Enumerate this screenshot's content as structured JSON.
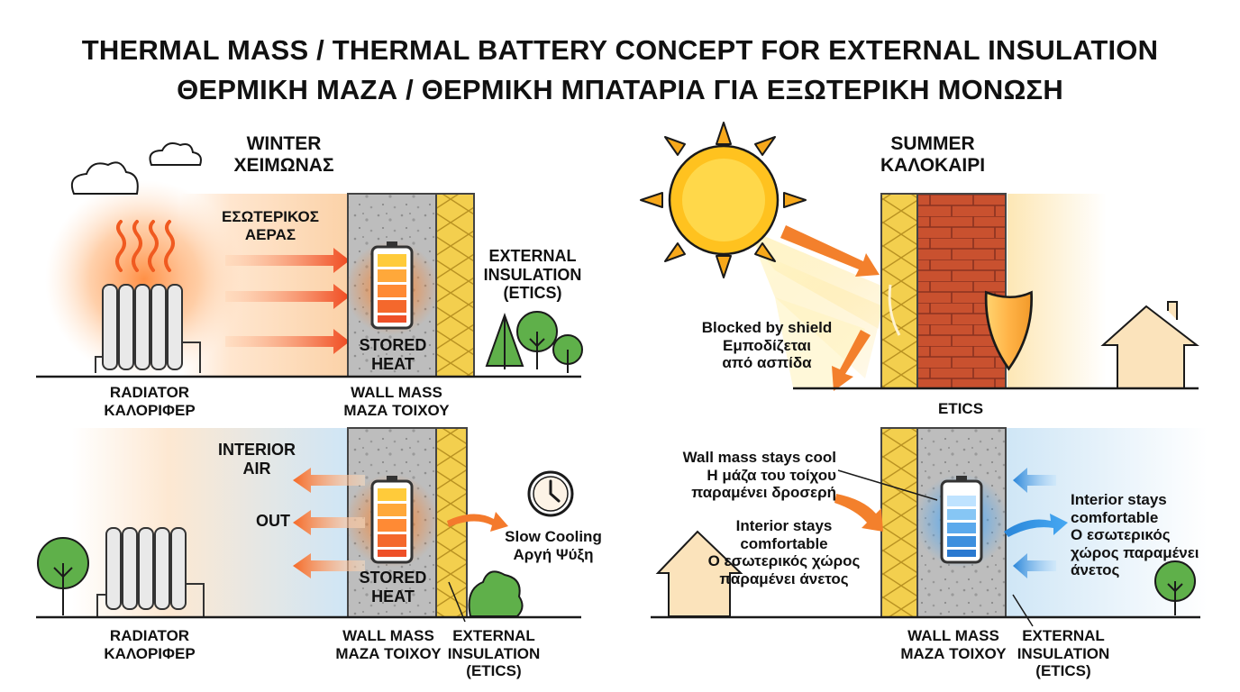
{
  "title": {
    "line1": "THERMAL MASS / THERMAL BATTERY CONCEPT FOR EXTERNAL INSULATION",
    "line2": "ΘΕΡΜΙΚΗ ΜΑΖΑ / ΘΕΡΜΙΚΗ ΜΠΑΤΑΡΙΑ ΓΙΑ ΕΞΩΤΕΡΙΚΗ ΜΟΝΩΣΗ"
  },
  "winter_top": {
    "season_en": "WINTER",
    "season_el": "ΧΕΙΜΩΝΑΣ",
    "interior_air_1": "ΕΣΩΤΕΡΙΚΟΣ",
    "interior_air_2": "ΑΕΡΑΣ",
    "stored_1": "STORED",
    "stored_2": "HEAT",
    "insulation_1": "EXTERNAL",
    "insulation_2": "INSULATION",
    "insulation_3": "(ETICS)",
    "radiator_en": "RADIATOR",
    "radiator_el": "ΚΑΛΟΡΙΦΕΡ",
    "wall_en": "WALL MASS",
    "wall_el": "ΜΑΖΑ ΤΟΙΧΟΥ"
  },
  "winter_bottom": {
    "interior_1": "INTERIOR",
    "interior_2": "AIR",
    "out": "OUT",
    "stored_1": "STORED",
    "stored_2": "HEAT",
    "slow_en": "Slow Cooling",
    "slow_el": "Αργή Ψύξη",
    "radiator_en": "RADIATOR",
    "radiator_el": "ΚΑΛΟΡΙΦΕΡ",
    "wall_en": "WALL MASS",
    "wall_el": "ΜΑΖΑ ΤΟΙΧΟΥ",
    "insulation_1": "EXTERNAL",
    "insulation_2": "INSULATION",
    "insulation_3": "(ETICS)"
  },
  "summer_top": {
    "season_en": "SUMMER",
    "season_el": "ΚΑΛΟΚΑΙΡΙ",
    "blocked_en": "Blocked by shield",
    "blocked_el_1": "Εμποδίζεται",
    "blocked_el_2": "από ασπίδα",
    "etics": "ETICS"
  },
  "summer_bottom": {
    "cool_en": "Wall mass stays cool",
    "cool_el_1": "Η μάζα του τοίχου",
    "cool_el_2": "παραμένει δροσερή",
    "left_en_1": "Interior stays",
    "left_en_2": "comfortable",
    "left_el_1": "Ο εσωτερικός χώρος",
    "left_el_2": "παραμένει άνετος",
    "right_en_1": "Interior stays",
    "right_en_2": "comfortable",
    "right_el_1": "Ο εσωτερικός",
    "right_el_2": "χώρος παραμένει",
    "right_el_3": "άνετος",
    "wall_en": "WALL MASS",
    "wall_el": "ΜΑΖΑ ΤΟΙΧΟΥ",
    "insulation_1": "EXTERNAL",
    "insulation_2": "INSULATION",
    "insulation_3": "(ETICS)"
  },
  "colors": {
    "heat_orange": "#f26a2a",
    "insulation_yellow": "#f3cf4e",
    "wall_gray": "#bdbdbd",
    "brick": "#c44a2e",
    "cool_blue": "#2f8fe0",
    "tree_green": "#5fb04a"
  }
}
